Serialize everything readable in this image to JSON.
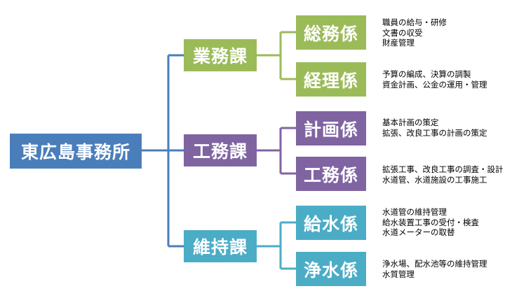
{
  "colors": {
    "root": "#4a7ebb",
    "business_dept": "#9bbb59",
    "engineering_dept": "#8064a2",
    "maintenance_dept": "#4bacc6"
  },
  "root": {
    "label": "東広島事務所"
  },
  "departments": [
    {
      "label": "業務課",
      "sections": [
        {
          "label": "総務係",
          "duties": [
            "職員の給与・研修",
            "文書の収受",
            "財産管理"
          ]
        },
        {
          "label": "経理係",
          "duties": [
            "予算の編成、決算の調製",
            "資金計画、公金の運用・管理"
          ]
        }
      ]
    },
    {
      "label": "工務課",
      "sections": [
        {
          "label": "計画係",
          "duties": [
            "基本計画の策定",
            "拡張、改良工事の計画の策定"
          ]
        },
        {
          "label": "工務係",
          "duties": [
            "拡張工事、改良工事の調査・設計",
            "水道管、水道施設の工事施工"
          ]
        }
      ]
    },
    {
      "label": "維持課",
      "sections": [
        {
          "label": "給水係",
          "duties": [
            "水道管の維持管理",
            "給水装置工事の受付・検査",
            "水道メーターの取替"
          ]
        },
        {
          "label": "浄水係",
          "duties": [
            "浄水場、配水池等の維持管理",
            "水質管理"
          ]
        }
      ]
    }
  ]
}
